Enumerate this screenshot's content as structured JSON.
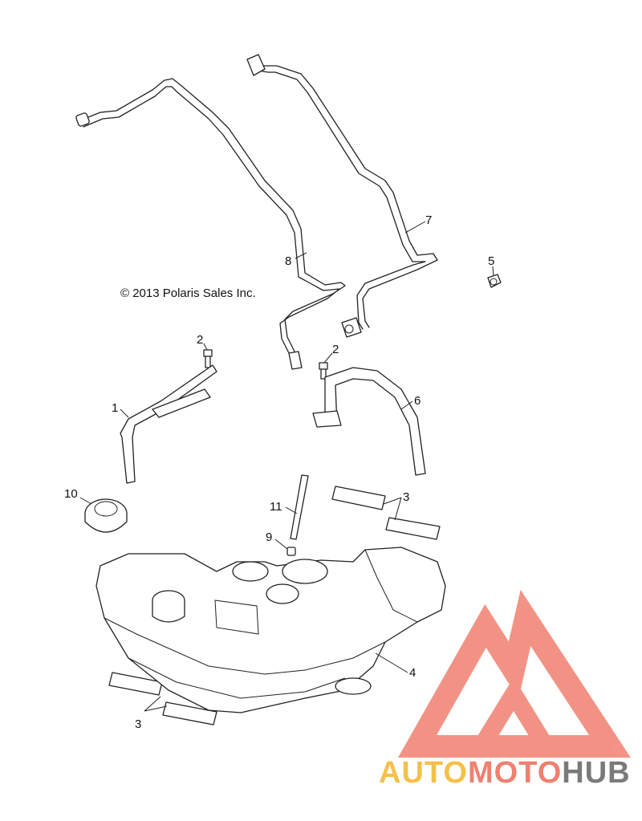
{
  "copyright": "© 2013 Polaris Sales Inc.",
  "callouts": [
    {
      "id": "c1",
      "label": "1"
    },
    {
      "id": "c2a",
      "label": "2"
    },
    {
      "id": "c2b",
      "label": "2"
    },
    {
      "id": "c3a",
      "label": "3"
    },
    {
      "id": "c3b",
      "label": "3"
    },
    {
      "id": "c4",
      "label": "4"
    },
    {
      "id": "c5",
      "label": "5"
    },
    {
      "id": "c6",
      "label": "6"
    },
    {
      "id": "c7",
      "label": "7"
    },
    {
      "id": "c8",
      "label": "8"
    },
    {
      "id": "c9",
      "label": "9"
    },
    {
      "id": "c10",
      "label": "10"
    },
    {
      "id": "c11",
      "label": "11"
    }
  ],
  "watermark": {
    "part1": "AUTO",
    "part2": "MOTO",
    "part3": "HUB",
    "color_yellow": "#f5c04a",
    "color_red": "#f08070",
    "color_gray": "#7a7a7a"
  }
}
